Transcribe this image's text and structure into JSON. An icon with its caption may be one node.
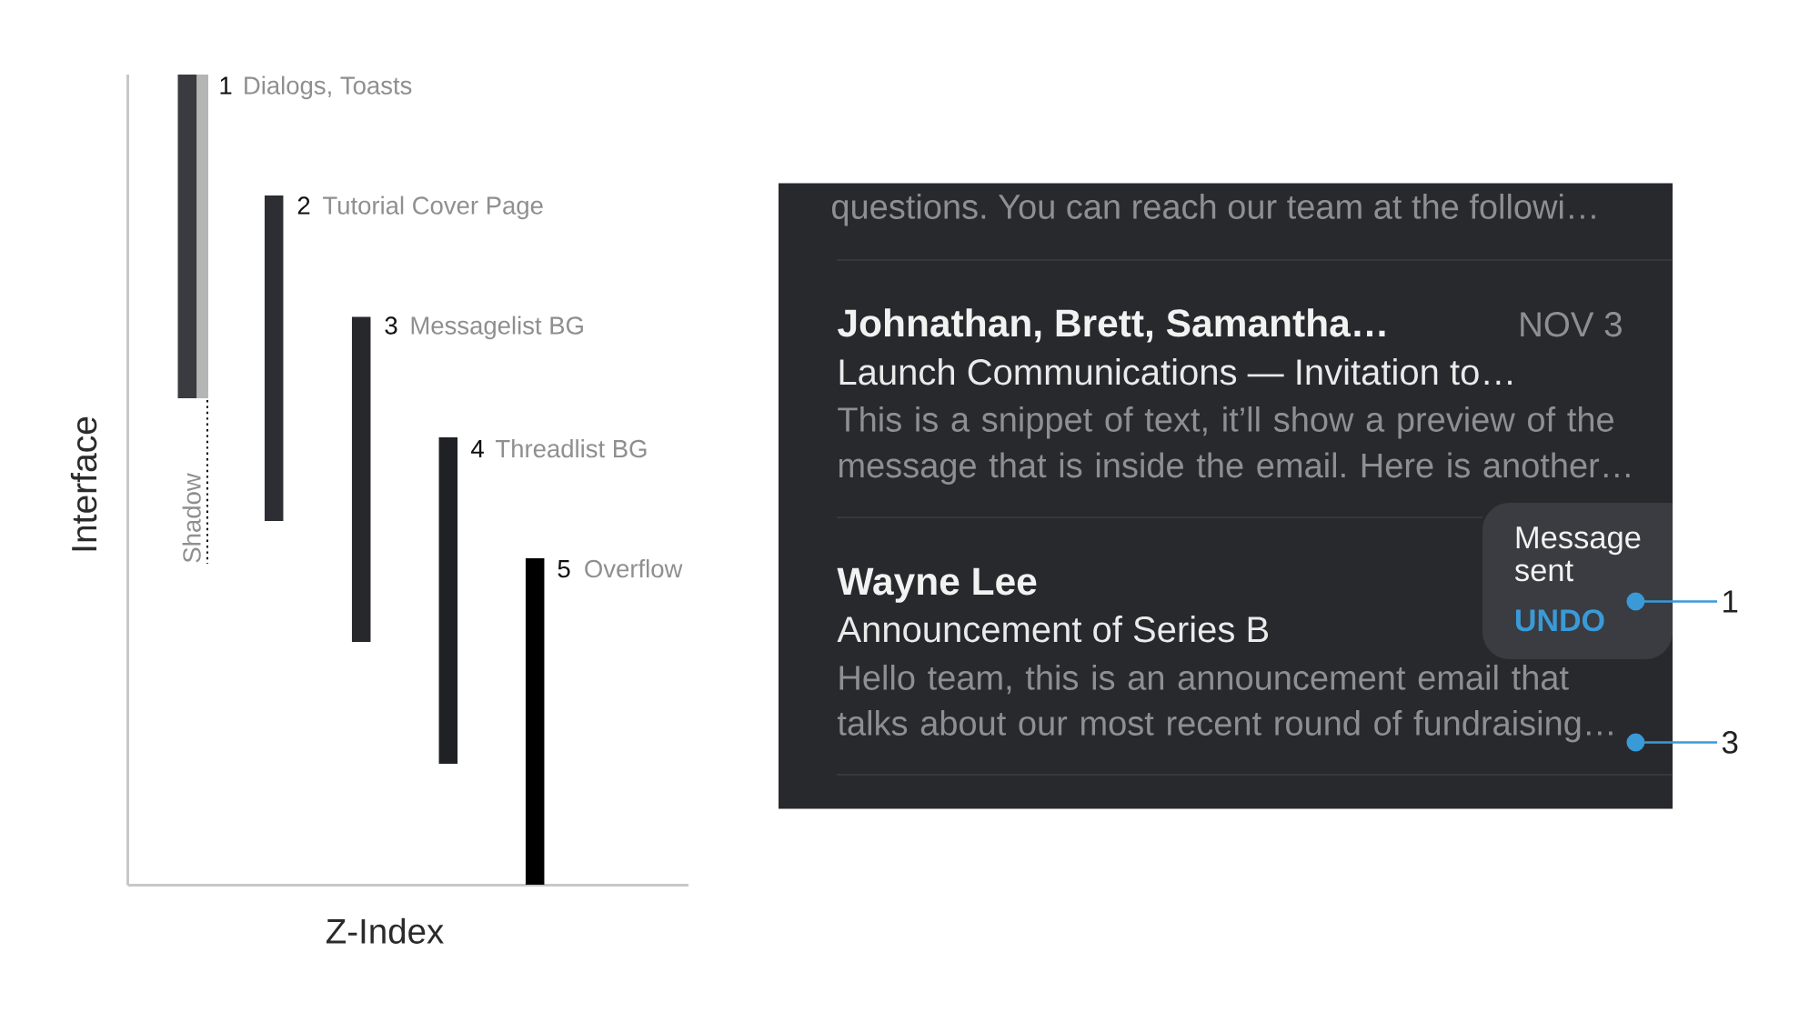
{
  "diagram": {
    "nodes": [
      {
        "text": [],
        "shape": "bar",
        "beside": [
          "1",
          "Dialogs, Toasts"
        ]
      },
      {
        "text": [],
        "shape": "bar",
        "beside": [
          "2",
          "Tutorial Cover Page"
        ]
      },
      {
        "text": [],
        "shape": "bar",
        "beside": [
          "3",
          "Messagelist BG"
        ]
      },
      {
        "text": [],
        "shape": "bar",
        "beside": [
          "4",
          "Threadlist BG"
        ]
      },
      {
        "text": [],
        "shape": "bar",
        "beside": [
          "5",
          "Overflow"
        ]
      },
      {
        "text": [
          "questions. You can reach our team at the followi…",
          "Johnathan, Brett, Samantha…",
          "NOV 3",
          "Launch Communications — Invitation to…",
          "This is a snippet of text, it’ll show a preview of the message that is inside the email. Here is another…",
          "Wayne Lee",
          "Announcement of Series B",
          "Hello team, this is an announcement email that talks about our most recent round of fundraising…"
        ]
      },
      {
        "text": [
          "Message sent",
          "UNDO"
        ],
        "in": 5
      },
      {
        "text": [
          "1"
        ]
      },
      {
        "text": [
          "3"
        ]
      }
    ],
    "edges": [
      {
        "from": 7,
        "to": 6,
        "arrow": "other"
      },
      {
        "from": 8,
        "to": 5,
        "arrow": "other"
      }
    ],
    "labels": [
      "Interface",
      "Shadow",
      "Z-Index"
    ]
  }
}
